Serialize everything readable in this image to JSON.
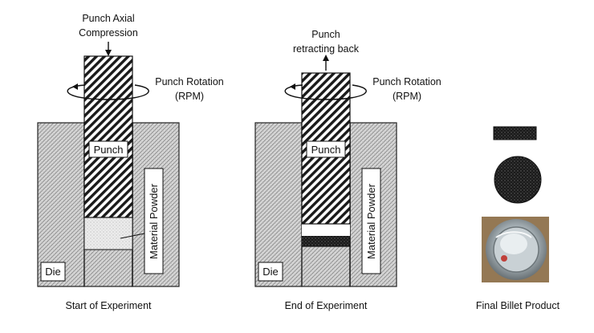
{
  "panels": {
    "start": {
      "top_label_line1": "Punch Axial",
      "top_label_line2": "Compression",
      "rotation_line1": "Punch Rotation",
      "rotation_line2": "(RPM)",
      "punch_label": "Punch",
      "die_label": "Die",
      "powder_label": "Material Powder",
      "caption": "Start of Experiment"
    },
    "end": {
      "top_label_line1": "Punch",
      "top_label_line2": "retracting back",
      "rotation_line1": "Punch Rotation",
      "rotation_line2": "(RPM)",
      "punch_label": "Punch",
      "die_label": "Die",
      "powder_label": "Material Powder",
      "caption": "End of Experiment"
    },
    "product": {
      "caption": "Final Billet Product"
    }
  }
}
